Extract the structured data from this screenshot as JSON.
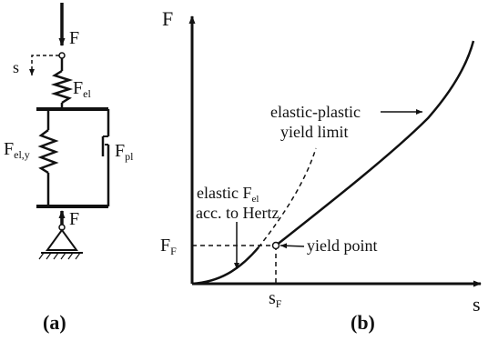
{
  "panel_a": {
    "caption": "(a)",
    "force_label_top": "F",
    "force_label_bottom": "F",
    "displacement_label": "s",
    "spring_el": {
      "base": "F",
      "sub": "el"
    },
    "spring_ely": {
      "base": "F",
      "sub": "el,y"
    },
    "friction_pl": {
      "base": "F",
      "sub": "pl"
    }
  },
  "panel_b": {
    "caption": "(b)",
    "y_axis_label": "F",
    "x_axis_label": "s",
    "yield_force": {
      "base": "F",
      "sub": "F"
    },
    "yield_displacement": {
      "base": "s",
      "sub": "F"
    },
    "annotation_plastic_line1": "elastic-plastic",
    "annotation_plastic_line2": "yield limit",
    "annotation_elastic_line1_prefix": "elastic F",
    "annotation_elastic_line1_sub": "el",
    "annotation_elastic_line2": "acc. to Hertz",
    "annotation_yield_point": "yield point"
  },
  "colors": {
    "ink": "#111111",
    "background": "#ffffff"
  }
}
